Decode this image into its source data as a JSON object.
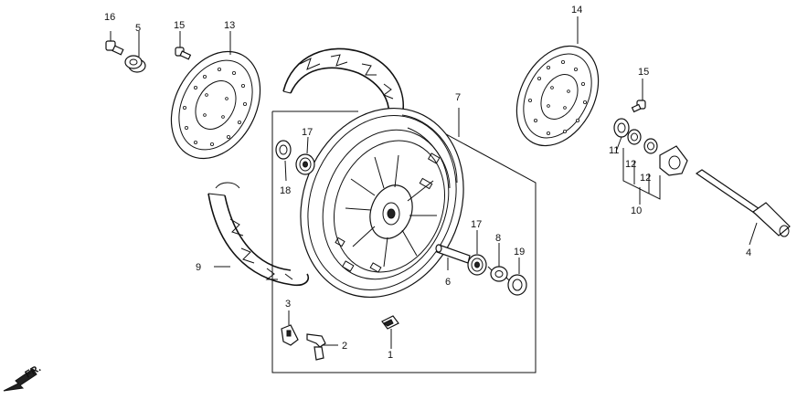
{
  "labels": {
    "p1": "1",
    "p2": "2",
    "p3": "3",
    "p4": "4",
    "p5": "5",
    "p6": "6",
    "p7": "7",
    "p8": "8",
    "p9": "9",
    "p10": "10",
    "p11": "11",
    "p12a": "12",
    "p12b": "12",
    "p13": "13",
    "p14": "14",
    "p15a": "15",
    "p15b": "15",
    "p16": "16",
    "p17a": "17",
    "p17b": "17",
    "p18": "18",
    "p19": "19"
  },
  "direction": {
    "label": "FR."
  },
  "icons": {
    "front_arrow": "arrow-down-left-icon"
  }
}
